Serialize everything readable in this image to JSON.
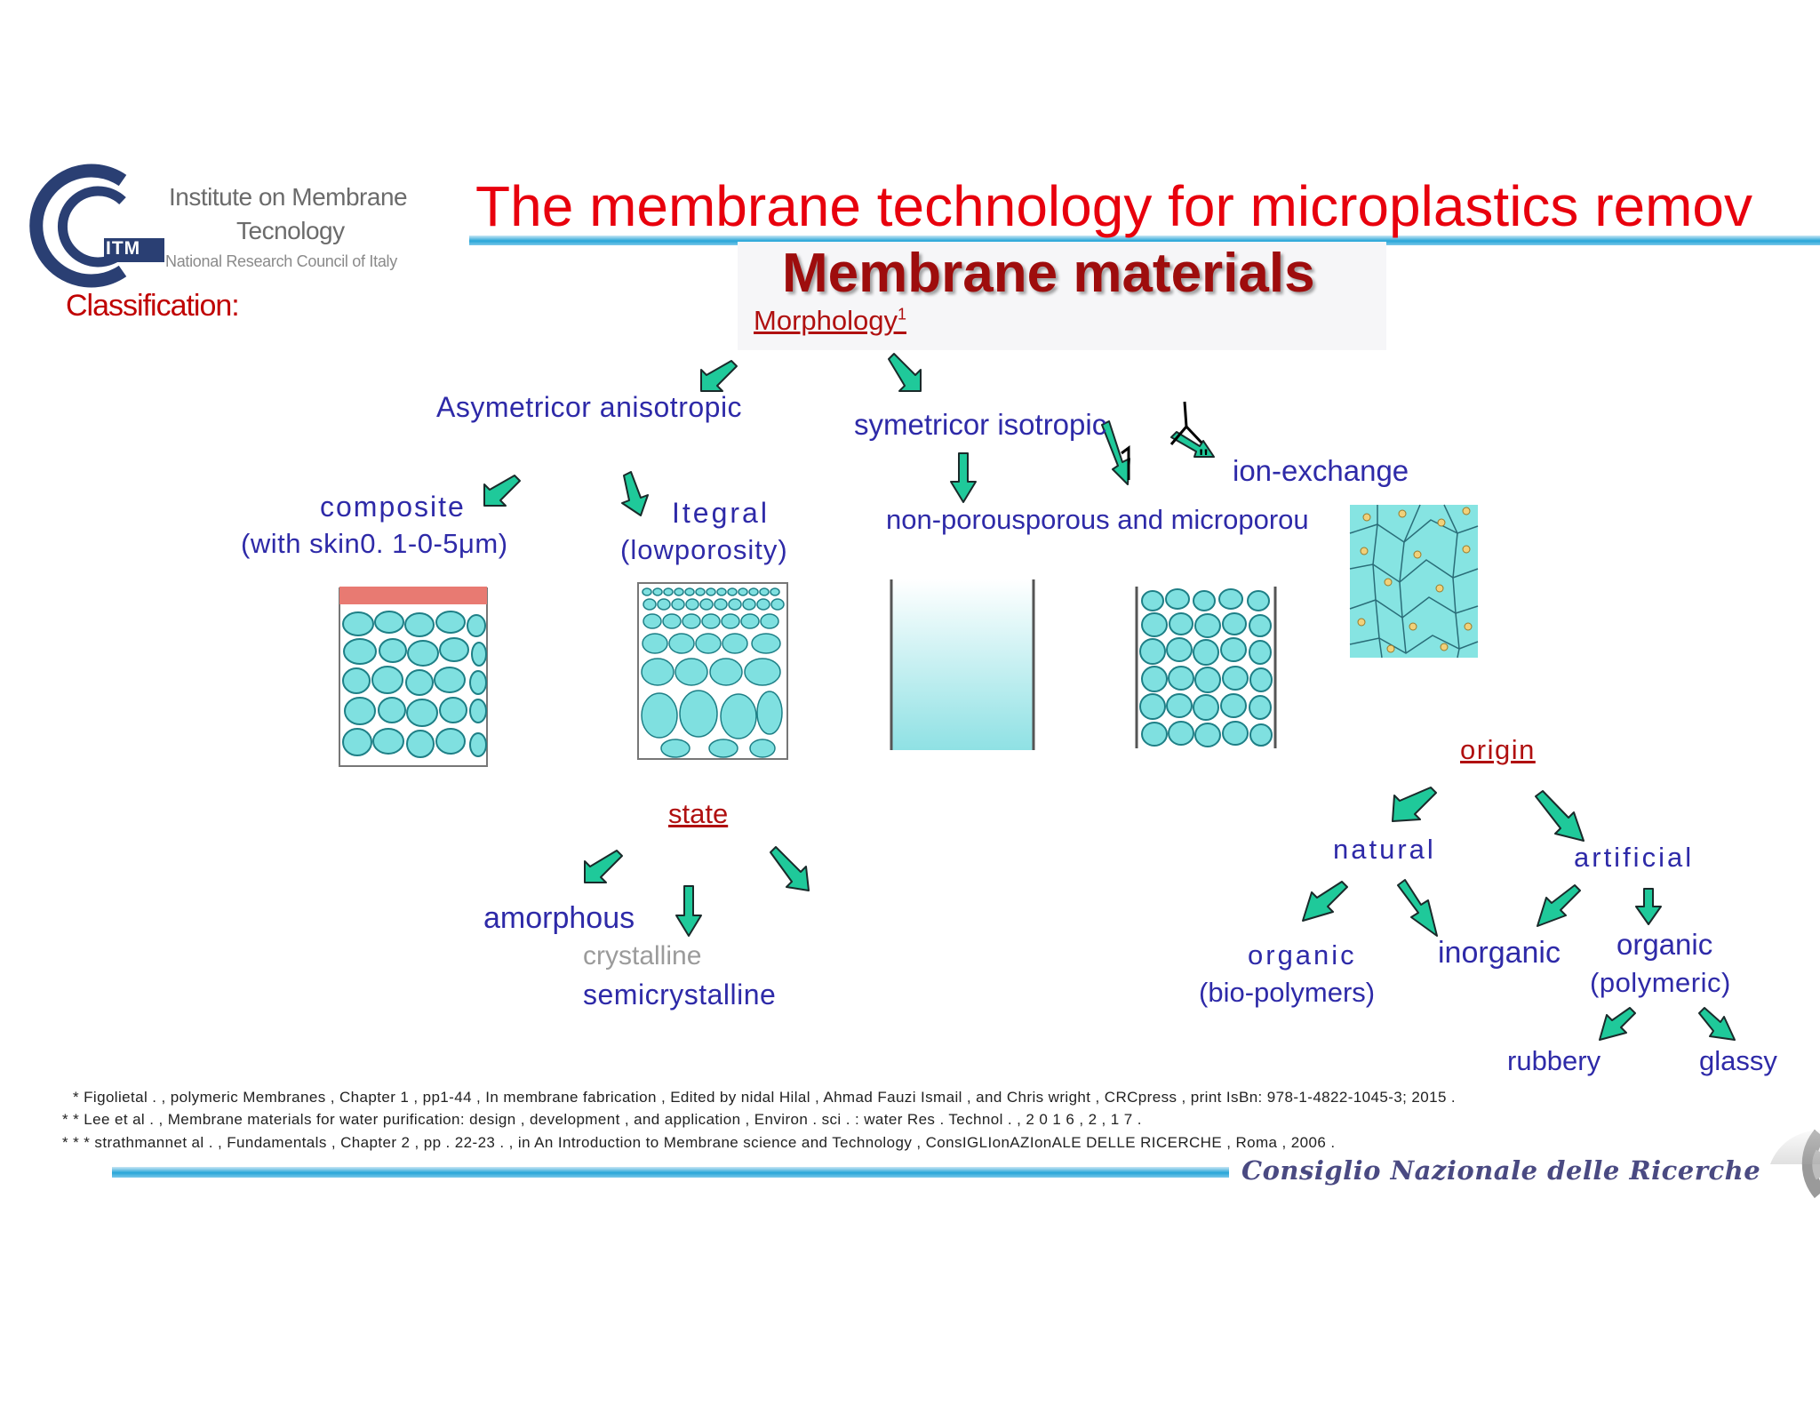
{
  "header": {
    "logo_initials": "ITM",
    "institute_line1": "Institute on Membrane",
    "institute_line2": "Tecnology",
    "institute_line3": "National Research Council of Italy",
    "title": "The membrane technology for microplastics remov",
    "subtitle": "Membrane materials",
    "classification": "Classification:"
  },
  "tree_morphology": {
    "root": "Morphology",
    "root_sup": "1",
    "asym": "Asymetricor anisotropic",
    "sym": "symetricor isotropic",
    "composite": "composite",
    "composite_note": "(with skin0. 1-0-5μm)",
    "integral": "Itegral",
    "integral_note": "(lowporosity)",
    "nonporous": "non-porousporous and microporou",
    "ion_exchange": "ion-exchange",
    "stray_mark": "\""
  },
  "tree_state": {
    "root": "state",
    "amorphous": "amorphous",
    "crystalline": "crystalline",
    "semicrystalline": "semicrystalline"
  },
  "tree_origin": {
    "root": "origin",
    "natural": "natural",
    "artificial": "artificial",
    "organic_natural": "organic",
    "organic_natural_note": "(bio-polymers)",
    "inorganic": "inorganic",
    "organic_artificial": "organic",
    "organic_artificial_note": "(polymeric)",
    "rubbery": "rubbery",
    "glassy": "glassy"
  },
  "references": [
    "* Figolietal . , polymeric Membranes , Chapter  1 , pp1-44 , In membrane fabrication , Edited by nidal Hilal , Ahmad Fauzi Ismail , and Chris wright , CRCpress , print IsBn:  978-1-4822-1045-3;  2015 .",
    "* *  Lee et al . ,  Membrane  materials  for  water  purification:  design ,  development ,  and  application ,  Environ .  sci . :  water  Res .  Technol . ,  2 0 1 6 ,  2 ,  1 7 .",
    "* * *  strathmannet al . , Fundamentals , Chapter 2 , pp .  22-23 . , in An Introduction to Membrane science and Technology , ConsIGLIonAZIonALE  DELLE  RICERCHE ,  Roma ,  2006 ."
  ],
  "footer": {
    "signature": "Consiglio Nazionale delle Ricerche"
  },
  "colors": {
    "title_red": "#e8000d",
    "dark_red": "#9e0d0d",
    "label_blue": "#2e2aa8",
    "arrow_green": "#1fc99a",
    "membrane_cyan": "#7fe0e0",
    "rule_blue": "#27a6d8"
  }
}
